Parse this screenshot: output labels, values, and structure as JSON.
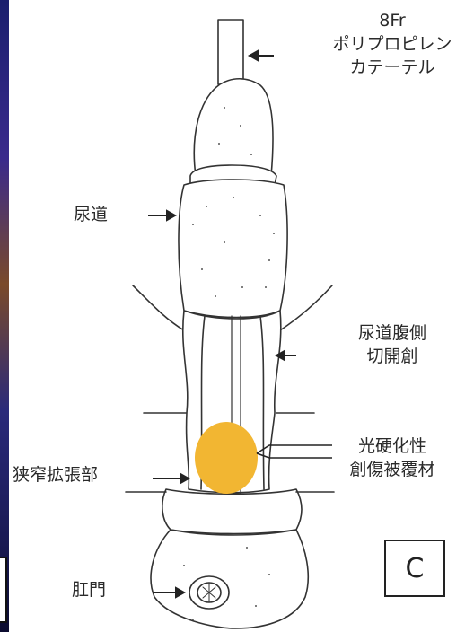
{
  "labels": {
    "catheter": [
      "8Fr",
      "ポリプロピレン",
      "カテーテル"
    ],
    "urethra": "尿道",
    "ventral_incision": [
      "尿道腹側",
      "切開創"
    ],
    "photocured_dressing": [
      "光硬化性",
      "創傷被覆材"
    ],
    "stricture_dilation": "狭窄拡張部",
    "anus": "肛門",
    "panel": "C"
  },
  "colors": {
    "line": "#333333",
    "dressing_fill": "#f2b632",
    "background": "#ffffff"
  }
}
